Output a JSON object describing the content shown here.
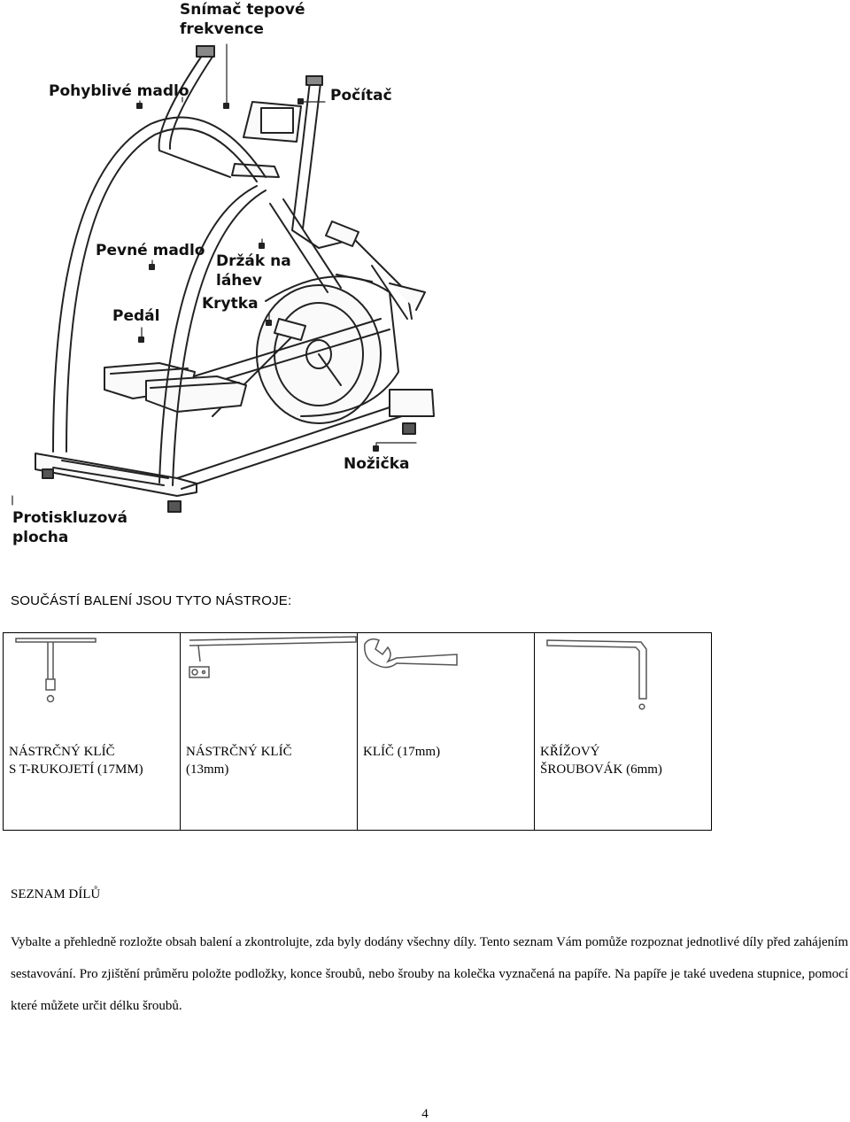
{
  "diagram": {
    "labels": {
      "hr_sensor": "Snímač tepové\nfrekvence",
      "moving_handle": "Pohyblivé madlo",
      "computer": "Počítač",
      "fixed_handle": "Pevné madlo",
      "bottle_holder": "Držák na\nláhev",
      "cover": "Krytka",
      "pedal": "Pedál",
      "foot": "Nožička",
      "antislip": "Protiskluzová\nplocha"
    }
  },
  "tools_section": {
    "title": "SOUČÁSTÍ BALENÍ JSOU TYTO NÁSTROJE:",
    "tools": [
      {
        "icon": "t-handle-socket-wrench-icon",
        "label": "NÁSTRČNÝ KLÍČ\nS T-RUKOJETÍ (17MM)"
      },
      {
        "icon": "socket-wrench-icon",
        "label": "NÁSTRČNÝ KLÍČ\n(13mm)"
      },
      {
        "icon": "open-end-wrench-icon",
        "label": "KLÍČ (17mm)"
      },
      {
        "icon": "allen-key-icon",
        "label": "KŘÍŽOVÝ\nŠROUBOVÁK (6mm)"
      }
    ]
  },
  "parts_section": {
    "title": "SEZNAM DÍLŮ",
    "paragraph": "Vybalte a přehledně rozložte obsah balení a zkontrolujte, zda byly dodány všechny díly. Tento seznam Vám pomůže rozpoznat jednotlivé díly před zahájením sestavování. Pro zjištění průměru položte podložky, konce šroubů, nebo šrouby na kolečka vyznačená na papíře. Na papíře je také uvedena stupnice, pomocí které můžete určit délku šroubů."
  },
  "page_number": "4"
}
